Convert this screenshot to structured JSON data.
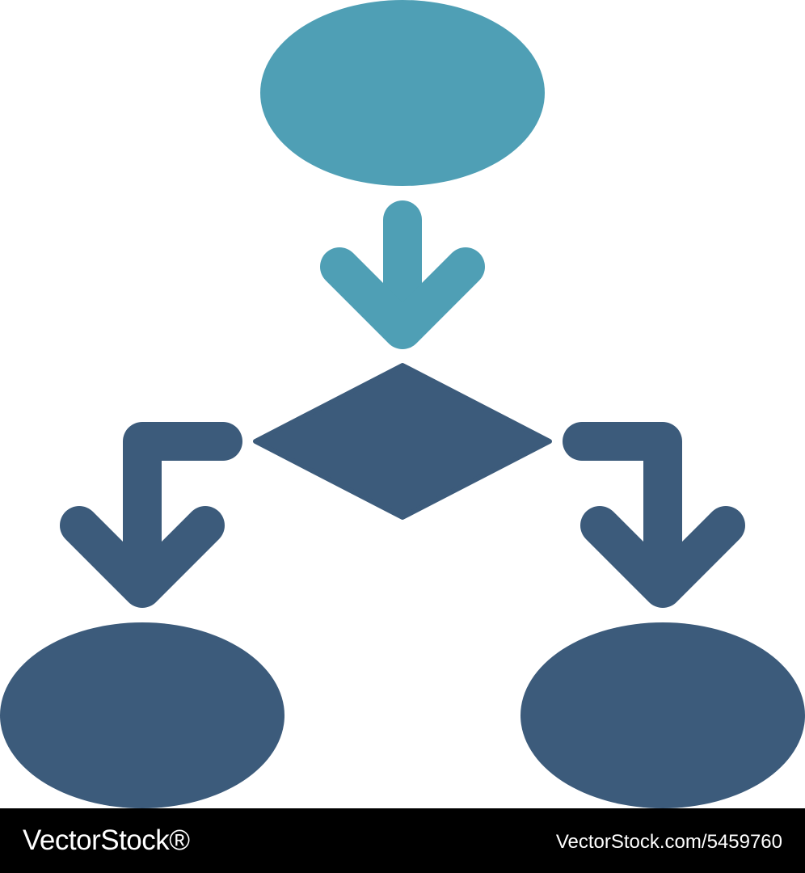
{
  "colors": {
    "background": "#ffffff",
    "accent_teal": "#4f9fb5",
    "primary_blue": "#3c5b7b",
    "watermark_bar": "#000000",
    "watermark_text": "#ffffff"
  },
  "diagram": {
    "type": "flowchart-icon",
    "nodes": [
      {
        "id": "start",
        "shape": "ellipse",
        "color": "accent_teal"
      },
      {
        "id": "decision",
        "shape": "diamond",
        "color": "primary_blue"
      },
      {
        "id": "end-left",
        "shape": "ellipse",
        "color": "primary_blue"
      },
      {
        "id": "end-right",
        "shape": "ellipse",
        "color": "primary_blue"
      }
    ],
    "edges": [
      {
        "from": "start",
        "to": "decision",
        "color": "accent_teal"
      },
      {
        "from": "decision",
        "to": "end-left",
        "color": "primary_blue"
      },
      {
        "from": "decision",
        "to": "end-right",
        "color": "primary_blue"
      }
    ]
  },
  "watermark": {
    "logo": "VectorStock®",
    "id": "VectorStock.com/5459760"
  }
}
